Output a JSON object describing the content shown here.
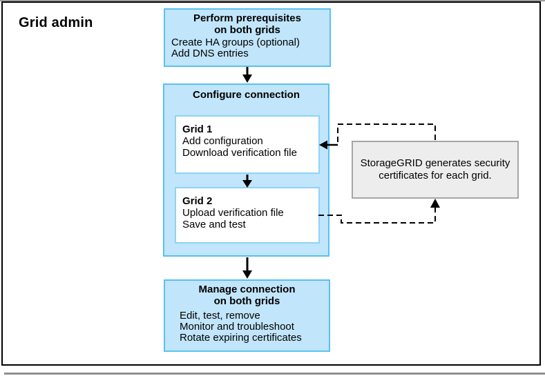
{
  "window": {
    "title": "Grid admin"
  },
  "colors": {
    "step_box_fill": "#c1e5fa",
    "step_box_border": "#58c1f0",
    "inner_box_border": "#8fd3f7",
    "note_box_fill": "#ededed",
    "note_box_border": "#a6a6a6",
    "arrow": "#000000",
    "frame_border": "#000000"
  },
  "flow": {
    "prerequisites": {
      "heading": [
        "Perform prerequisites",
        "on both grids"
      ],
      "items": [
        "Create HA groups (optional)",
        "Add DNS entries"
      ]
    },
    "configure": {
      "heading": "Configure connection",
      "grid1": {
        "title": "Grid 1",
        "items": [
          "Add configuration",
          "Download verification file"
        ]
      },
      "grid2": {
        "title": "Grid 2",
        "items": [
          "Upload verification file",
          "Save and test"
        ]
      }
    },
    "manage": {
      "heading": [
        "Manage connection",
        "on both grids"
      ],
      "items": [
        "Edit, test, remove",
        "Monitor and troubleshoot",
        "Rotate expiring certificates"
      ]
    },
    "note": {
      "lines": [
        "StorageGRID generates security",
        "certificates for each grid."
      ]
    }
  }
}
